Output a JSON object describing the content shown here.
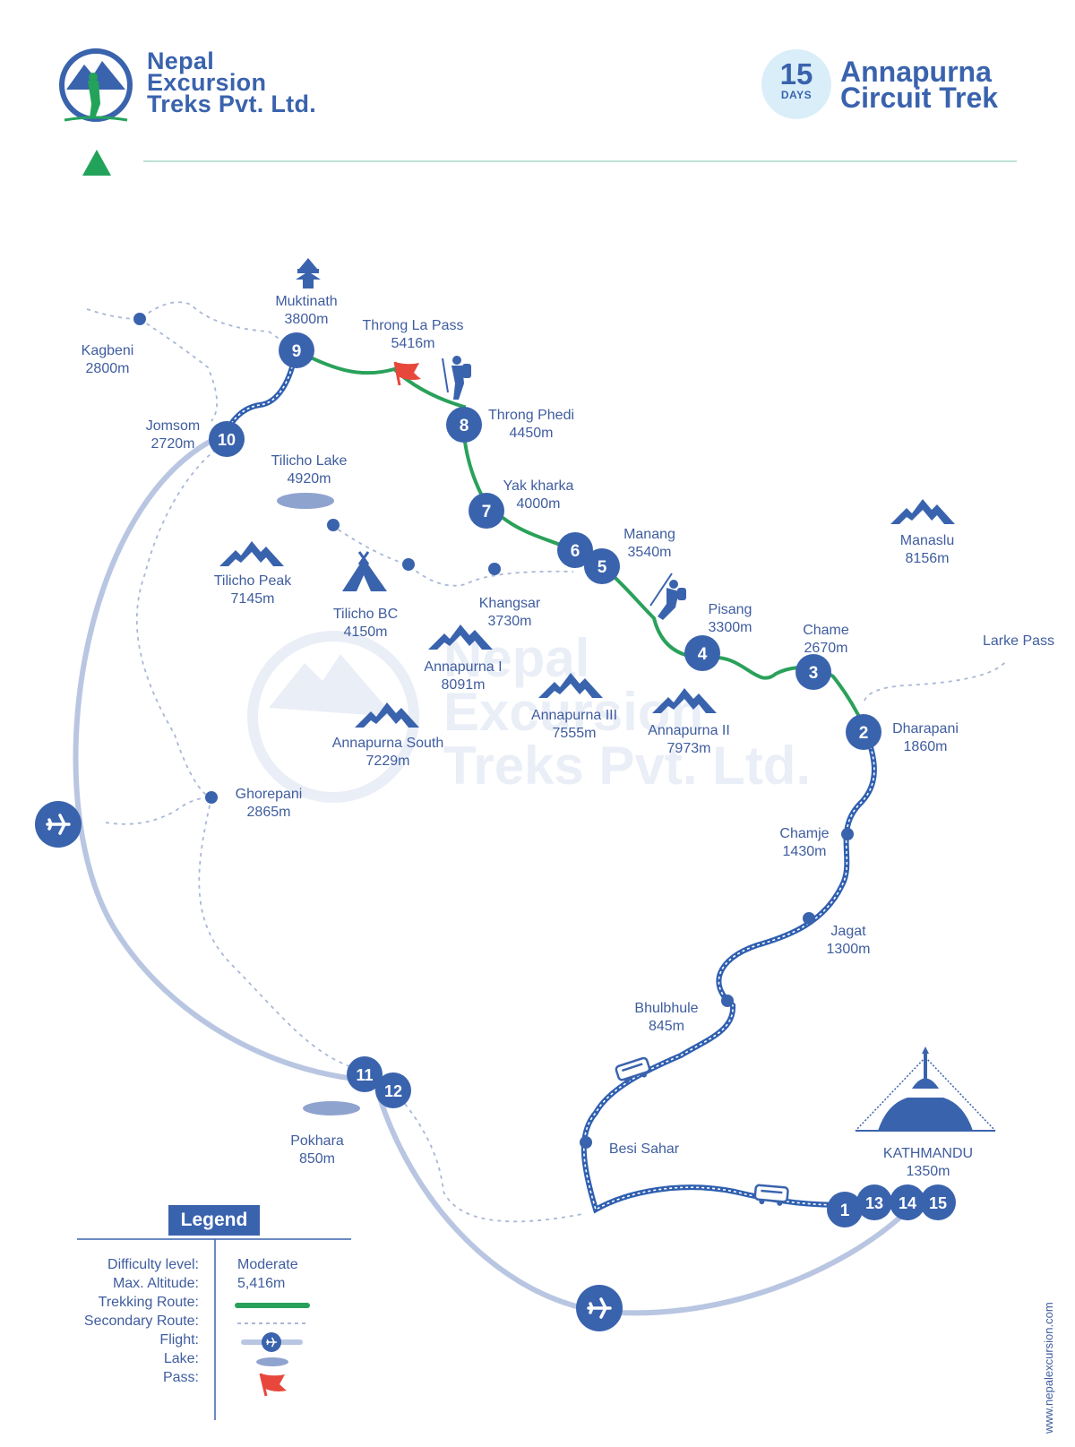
{
  "brand": {
    "line1": "Nepal",
    "line2": "Excursion",
    "line3": "Treks Pvt. Ltd."
  },
  "trek": {
    "days_number": "15",
    "days_label": "DAYS",
    "title_line1": "Annapurna",
    "title_line2": "Circuit Trek"
  },
  "watermark": {
    "line1": "Nepal",
    "line2": "Excursion",
    "line3": "Treks Pvt. Ltd."
  },
  "colors": {
    "route_green": "#2aa15a",
    "route_blue": "#2f5fb0",
    "secondary": "#a9b8d6",
    "flight": "#b9c6e2",
    "node": "#3a63ad",
    "pass_flag": "#e8473c",
    "lake": "#8fa3cf",
    "north_arrow": "#23a35a"
  },
  "stops": [
    {
      "num": "1"
    },
    {
      "num": "2"
    },
    {
      "num": "3"
    },
    {
      "num": "4"
    },
    {
      "num": "5"
    },
    {
      "num": "6"
    },
    {
      "num": "7"
    },
    {
      "num": "8"
    },
    {
      "num": "9"
    },
    {
      "num": "10"
    },
    {
      "num": "11"
    },
    {
      "num": "12"
    },
    {
      "num": "13"
    },
    {
      "num": "14"
    },
    {
      "num": "15"
    }
  ],
  "places": {
    "muktinath": {
      "name": "Muktinath",
      "alt": "3800m"
    },
    "throng_la": {
      "name": "Throng La Pass",
      "alt": "5416m"
    },
    "kagbeni": {
      "name": "Kagbeni",
      "alt": "2800m"
    },
    "throng_phedi": {
      "name": "Throng Phedi",
      "alt": "4450m"
    },
    "jomsom": {
      "name": "Jomsom",
      "alt": "2720m"
    },
    "tilicho_lake": {
      "name": "Tilicho Lake",
      "alt": "4920m"
    },
    "yak_kharka": {
      "name": "Yak kharka",
      "alt": "4000m"
    },
    "manang": {
      "name": "Manang",
      "alt": "3540m"
    },
    "manaslu": {
      "name": "Manaslu",
      "alt": "8156m"
    },
    "tilicho_peak": {
      "name": "Tilicho Peak",
      "alt": "7145m"
    },
    "tilicho_bc": {
      "name": "Tilicho BC",
      "alt": "4150m"
    },
    "khangsar": {
      "name": "Khangsar",
      "alt": "3730m"
    },
    "pisang": {
      "name": "Pisang",
      "alt": "3300m"
    },
    "chame": {
      "name": "Chame",
      "alt": "2670m"
    },
    "larke": {
      "name": "Larke Pass"
    },
    "annapurna_i": {
      "name": "Annapurna I",
      "alt": "8091m"
    },
    "annapurna_iii": {
      "name": "Annapurna III",
      "alt": "7555m"
    },
    "annapurna_ii": {
      "name": "Annapurna II",
      "alt": "7973m"
    },
    "dharapani": {
      "name": "Dharapani",
      "alt": "1860m"
    },
    "annapurna_south": {
      "name": "Annapurna South",
      "alt": "7229m"
    },
    "ghorepani": {
      "name": "Ghorepani",
      "alt": "2865m"
    },
    "chamje": {
      "name": "Chamje",
      "alt": "1430m"
    },
    "jagat": {
      "name": "Jagat",
      "alt": "1300m"
    },
    "bhulbhule": {
      "name": "Bhulbhule",
      "alt": "845m"
    },
    "pokhara": {
      "name": "Pokhara",
      "alt": "850m"
    },
    "besi_sahar": {
      "name": "Besi Sahar"
    },
    "kathmandu": {
      "name": "KATHMANDU",
      "alt": "1350m"
    }
  },
  "legend": {
    "title": "Legend",
    "difficulty_key": "Difficulty level:",
    "difficulty_val": "Moderate",
    "altitude_key": "Max. Altitude:",
    "altitude_val": "5,416m",
    "trekking_key": "Trekking Route:",
    "secondary_key": "Secondary Route:",
    "flight_key": "Flight:",
    "lake_key": "Lake:",
    "pass_key": "Pass:"
  },
  "website": "www.nepalexcursion.com"
}
